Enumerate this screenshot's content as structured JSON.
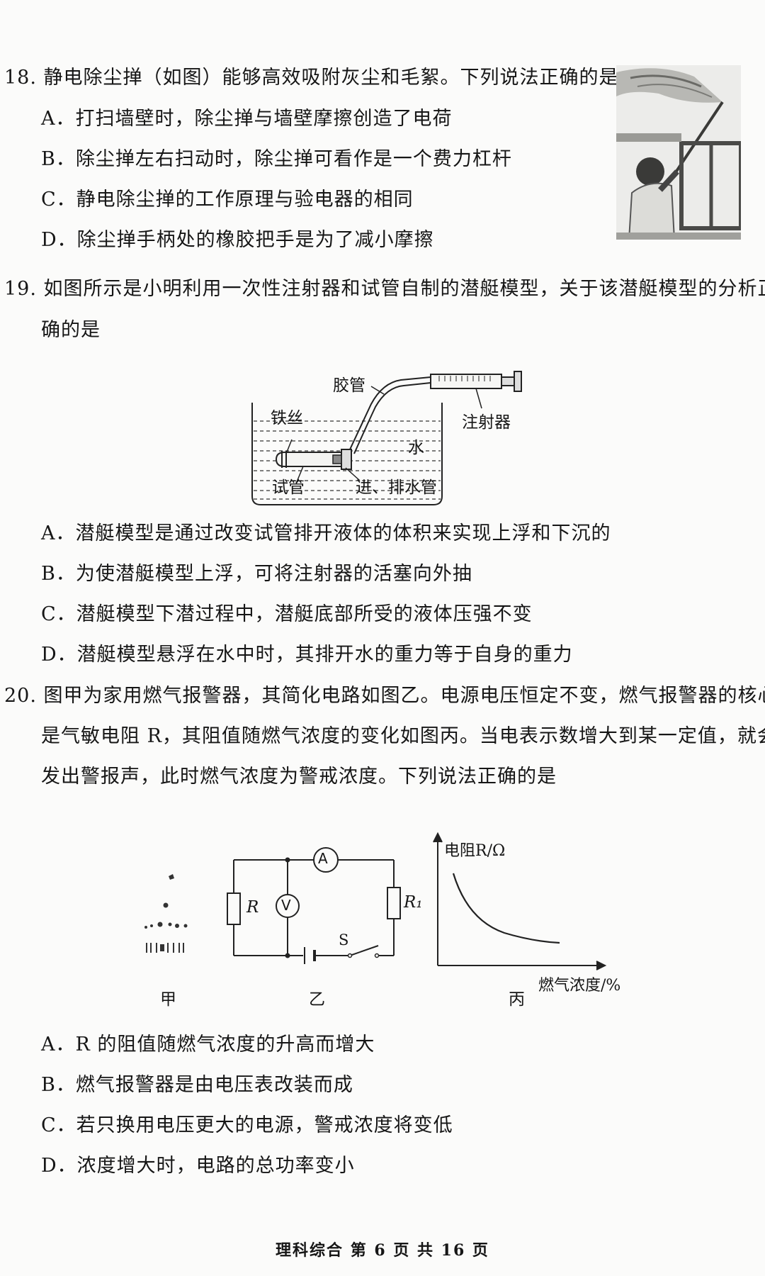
{
  "q18": {
    "stem": "18. 静电除尘掸（如图）能够高效吸附灰尘和毛絮。下列说法正确的是",
    "options": [
      "A．打扫墙壁时，除尘掸与墙壁摩擦创造了电荷",
      "B．除尘掸左右扫动时，除尘掸可看作是一个费力杠杆",
      "C．静电除尘掸的工作原理与验电器的相同",
      "D．除尘掸手柄处的橡胶把手是为了减小摩擦"
    ]
  },
  "q19": {
    "stem_line1": "19. 如图所示是小明利用一次性注射器和试管自制的潜艇模型，关于该潜艇模型的分析正",
    "stem_line2": "确的是",
    "figure_labels": {
      "rubber_tube": "胶管",
      "syringe": "注射器",
      "iron_wire": "铁丝",
      "water": "水",
      "test_tube": "试管",
      "drain_pipe": "进、排水管"
    },
    "options": [
      "A．潜艇模型是通过改变试管排开液体的体积来实现上浮和下沉的",
      "B．为使潜艇模型上浮，可将注射器的活塞向外抽",
      "C．潜艇模型下潜过程中，潜艇底部所受的液体压强不变",
      "D．潜艇模型悬浮在水中时，其排开水的重力等于自身的重力"
    ]
  },
  "q20": {
    "stem_line1": "20. 图甲为家用燃气报警器，其简化电路如图乙。电源电压恒定不变，燃气报警器的核心",
    "stem_line2": "是气敏电阻 R，其阻值随燃气浓度的变化如图丙。当电表示数增大到某一定值，就会",
    "stem_line3": "发出警报声，此时燃气浓度为警戒浓度。下列说法正确的是",
    "figure_labels": {
      "jia": "甲",
      "yi": "乙",
      "bing": "丙",
      "ammeter": "A",
      "voltmeter": "V",
      "resistor_r": "R",
      "resistor_r1": "R₁",
      "switch": "S",
      "graph_ylabel": "电阻R/Ω",
      "graph_xlabel": "燃气浓度/%"
    },
    "options": [
      "A．R 的阻值随燃气浓度的升高而增大",
      "B．燃气报警器是由电压表改装而成",
      "C．若只换用电压更大的电源，警戒浓度将变低",
      "D．浓度增大时，电路的总功率变小"
    ]
  },
  "footer": "理科综合 第 6 页 共 16 页"
}
